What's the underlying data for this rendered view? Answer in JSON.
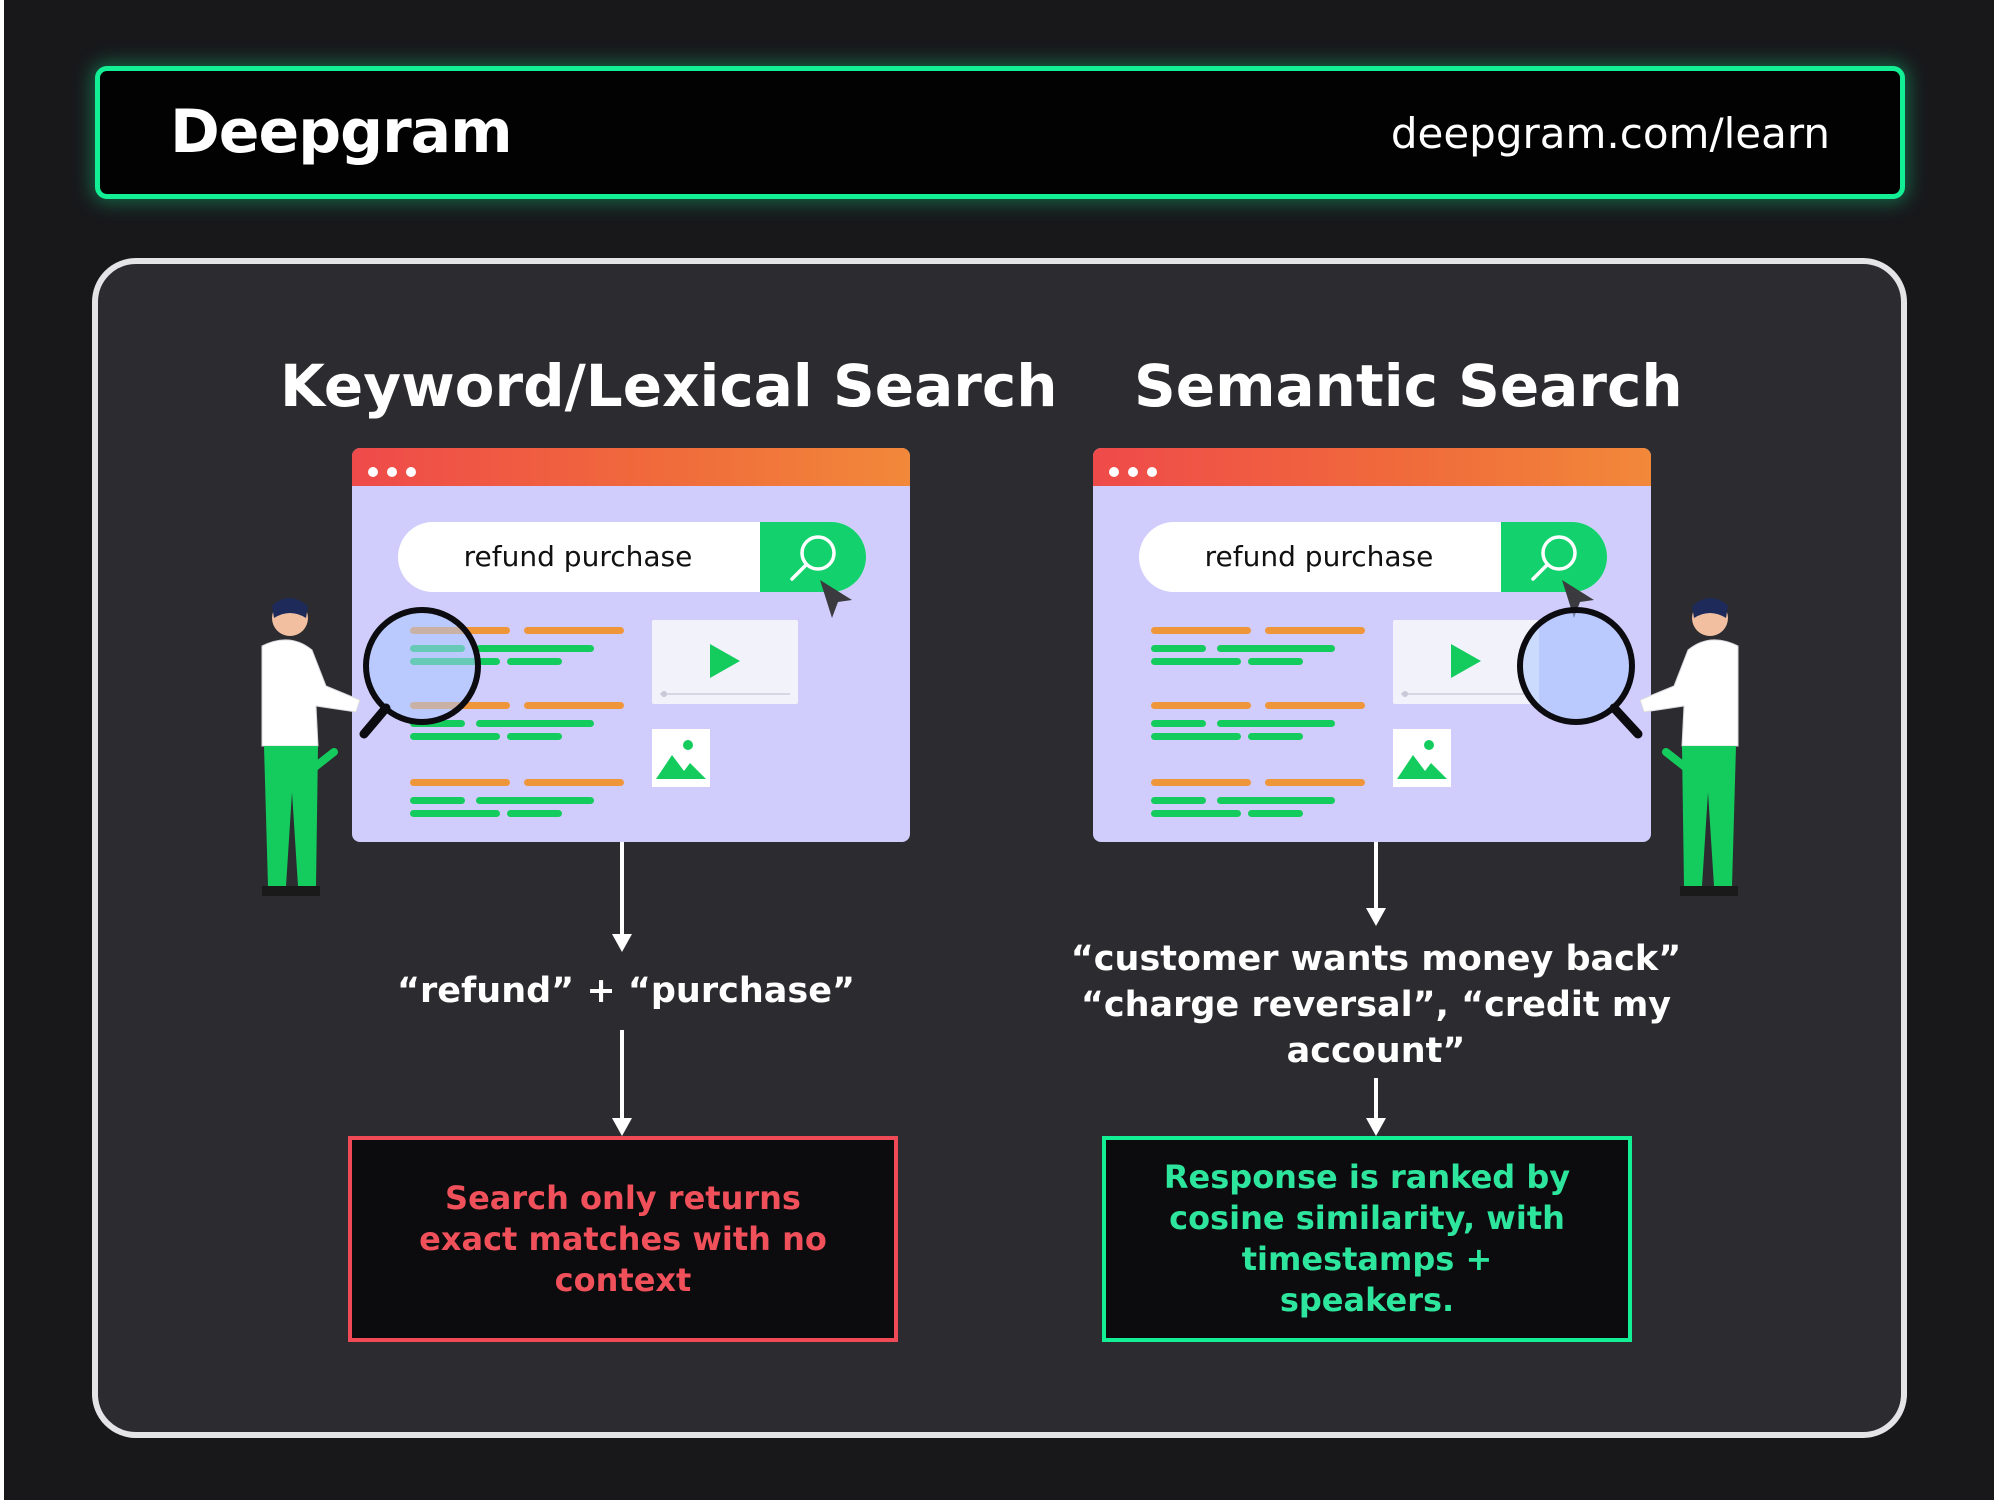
{
  "header": {
    "brand": "Deepgram",
    "url": "deepgram.com/learn"
  },
  "left": {
    "title": "Keyword/Lexical Search",
    "search_query": "refund purchase",
    "matched_terms": "“refund” + “purchase”",
    "result": "Search only returns exact matches with no context"
  },
  "right": {
    "title": "Semantic Search",
    "search_query": "refund purchase",
    "related_line1": "“customer wants money back”",
    "related_line2": "“charge reversal”, “credit my",
    "related_line3": "account”",
    "result": "Response is ranked by cosine similarity, with timestamps + speakers."
  },
  "colors": {
    "accent_green": "#13ef95",
    "bad_red": "#ef4a55",
    "panel": "#2c2c30",
    "browser": "#d0cdfc"
  },
  "icons": [
    "search-icon",
    "cursor-icon",
    "play-icon",
    "image-icon",
    "magnifier-icon"
  ]
}
